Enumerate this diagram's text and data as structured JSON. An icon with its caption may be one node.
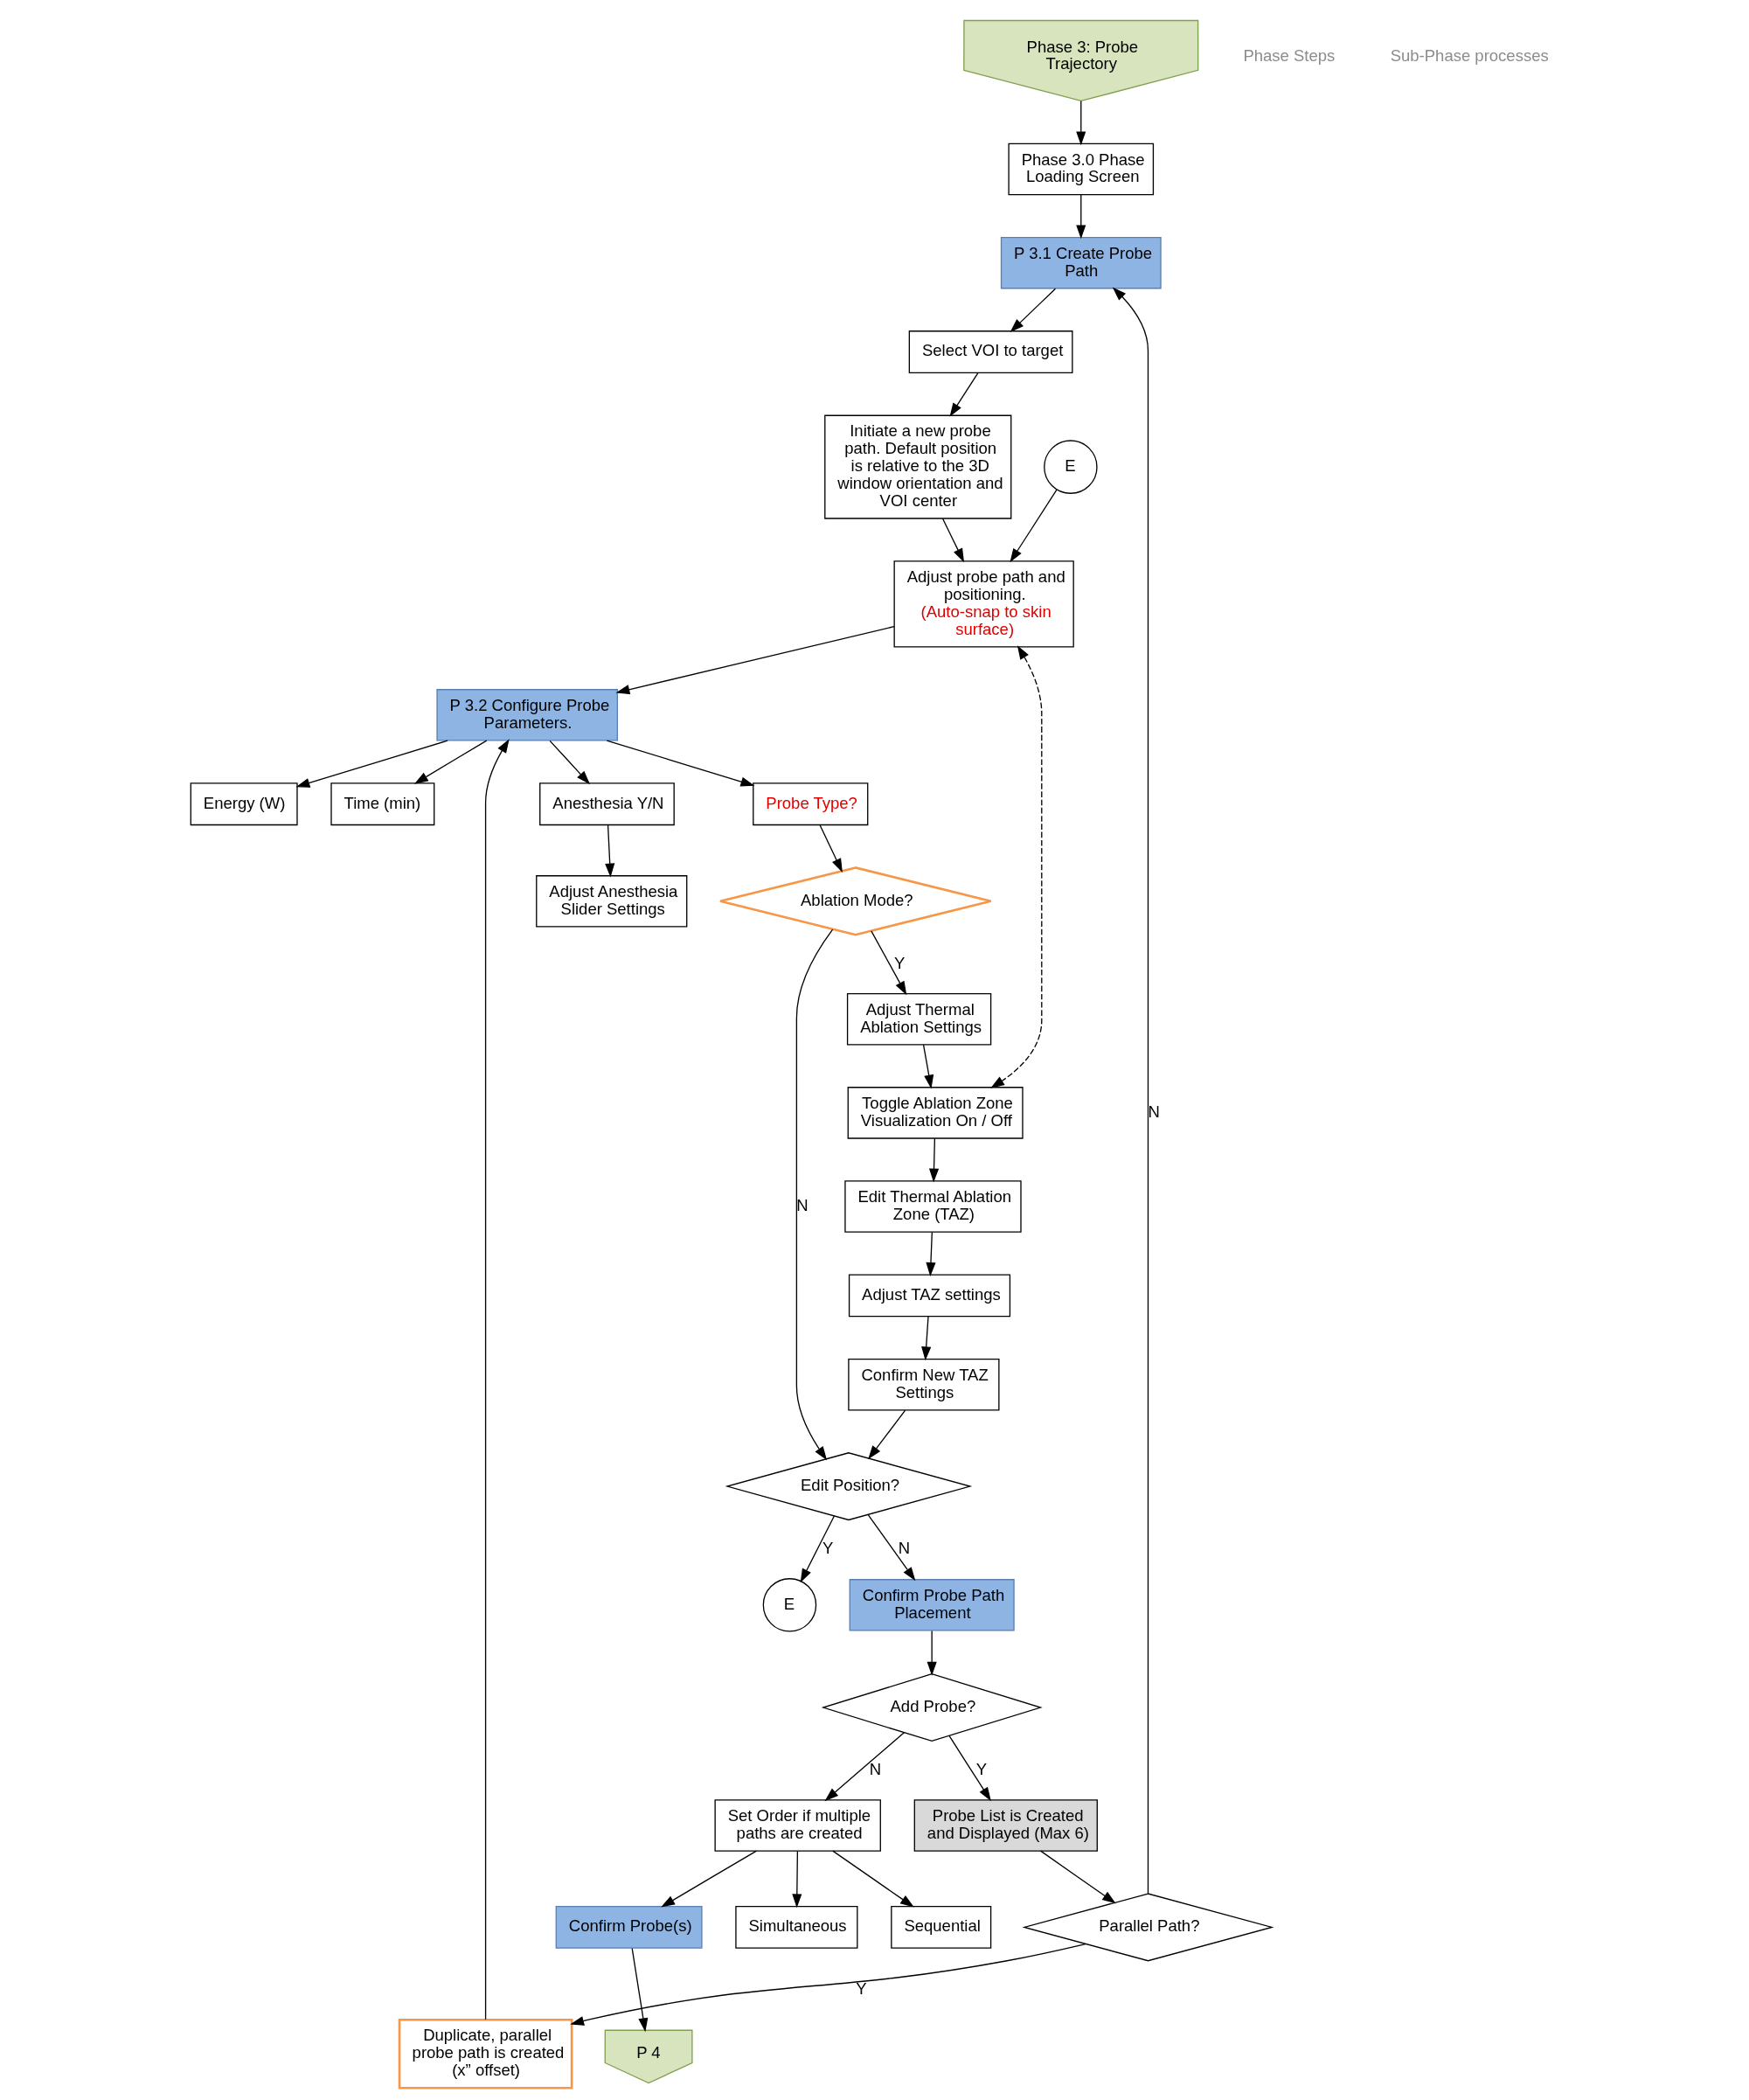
{
  "diagram": {
    "nodes": [
      {
        "text": [
          "Phase 3: Probe Trajectory"
        ]
      },
      {
        "text": [
          "Phase 3.0 Phase Loading Screen"
        ]
      },
      {
        "text": [
          "P 3.1 Create Probe Path"
        ]
      },
      {
        "text": [
          "Select VOI to target"
        ]
      },
      {
        "text": [
          "Initiate a new probe path. Default position is relative to the 3D window orientation and VOI center"
        ]
      },
      {
        "text": [
          "E"
        ]
      },
      {
        "text": [
          "Adjust probe path and positioning.",
          "(Auto-snap to skin surface)"
        ]
      },
      {
        "text": [
          "P 3.2 Configure Probe Parameters."
        ]
      },
      {
        "text": [
          "Probe Type?"
        ]
      },
      {
        "text": [
          "Anesthesia Y/N"
        ]
      },
      {
        "text": [
          "Energy (W)"
        ]
      },
      {
        "text": [
          "Time (min)"
        ]
      },
      {
        "text": [
          "Adjust Anesthesia Slider Settings"
        ]
      },
      {
        "text": [
          "Ablation Mode?"
        ]
      },
      {
        "text": [
          "Adjust Thermal Ablation Settings"
        ]
      },
      {
        "text": [
          "Toggle Ablation Zone Visualization On / Off"
        ]
      },
      {
        "text": [
          "Edit Thermal Ablation Zone (TAZ)"
        ]
      },
      {
        "text": [
          "Adjust TAZ settings"
        ]
      },
      {
        "text": [
          "Confirm New TAZ Settings"
        ]
      },
      {
        "text": [
          "E"
        ]
      },
      {
        "text": [
          "Edit Position?"
        ]
      },
      {
        "text": [
          "Confirm Probe Path Placement"
        ]
      },
      {
        "text": [
          "Duplicate, parallel probe path is created (x” offset)"
        ]
      },
      {
        "text": [
          "Parallel Path?"
        ]
      },
      {
        "text": [
          "Add Probe?"
        ]
      },
      {
        "text": [
          "Probe List is Created and Displayed (Max 6)"
        ]
      },
      {
        "text": [
          "Set Order if multiple paths are created"
        ]
      },
      {
        "text": [
          "Sequential"
        ]
      },
      {
        "text": [
          "Simultaneous"
        ]
      },
      {
        "text": [
          "Confirm Probe(s)"
        ]
      },
      {
        "text": [
          "P 4"
        ]
      }
    ],
    "edges": [
      {
        "from": 0,
        "to": 1,
        "arrow": "to"
      },
      {
        "from": 1,
        "to": 2,
        "arrow": "to"
      },
      {
        "from": 2,
        "to": 3,
        "arrow": "to"
      },
      {
        "from": 3,
        "to": 4,
        "arrow": "to"
      },
      {
        "from": 4,
        "to": 6,
        "arrow": "to"
      },
      {
        "from": 5,
        "to": 6,
        "arrow": "to"
      },
      {
        "from": 6,
        "to": 7,
        "arrow": "to"
      },
      {
        "from": 7,
        "to": 8,
        "arrow": "to"
      },
      {
        "from": 7,
        "to": 9,
        "arrow": "to"
      },
      {
        "from": 7,
        "to": 10,
        "arrow": "to"
      },
      {
        "from": 7,
        "to": 11,
        "arrow": "to"
      },
      {
        "from": 9,
        "to": 12,
        "arrow": "to"
      },
      {
        "from": 8,
        "to": 13,
        "arrow": "to"
      },
      {
        "from": 13,
        "to": 14,
        "arrow": "to",
        "label": "Y"
      },
      {
        "from": 14,
        "to": 15,
        "arrow": "to"
      },
      {
        "from": 6,
        "to": 15,
        "arrow": "both",
        "style": "dashed"
      },
      {
        "from": 13,
        "to": 20,
        "arrow": "to",
        "label": "N"
      },
      {
        "from": 15,
        "to": 16,
        "arrow": "to"
      },
      {
        "from": 16,
        "to": 17,
        "arrow": "to"
      },
      {
        "from": 17,
        "to": 18,
        "arrow": "to"
      },
      {
        "from": 18,
        "to": 20,
        "arrow": "to"
      },
      {
        "from": 20,
        "to": 19,
        "arrow": "to",
        "label": "Y"
      },
      {
        "from": 20,
        "to": 21,
        "arrow": "to",
        "label": "N"
      },
      {
        "from": 21,
        "to": 24,
        "arrow": "to"
      },
      {
        "from": 24,
        "to": 26,
        "arrow": "to",
        "label": "N"
      },
      {
        "from": 24,
        "to": 25,
        "arrow": "to",
        "label": "Y"
      },
      {
        "from": 25,
        "to": 23,
        "arrow": "to"
      },
      {
        "from": 23,
        "to": 22,
        "arrow": "to",
        "label": "Y"
      },
      {
        "from": 22,
        "to": 7,
        "arrow": "to"
      },
      {
        "from": 23,
        "to": 2,
        "arrow": "to",
        "label": "N"
      },
      {
        "from": 26,
        "to": 27,
        "arrow": "to"
      },
      {
        "from": 26,
        "to": 28,
        "arrow": "to"
      },
      {
        "from": 26,
        "to": 29,
        "arrow": "to"
      },
      {
        "from": 29,
        "to": 30,
        "arrow": "to"
      }
    ],
    "labels": [
      "Phase Steps",
      "Sub-Phase processes"
    ]
  }
}
